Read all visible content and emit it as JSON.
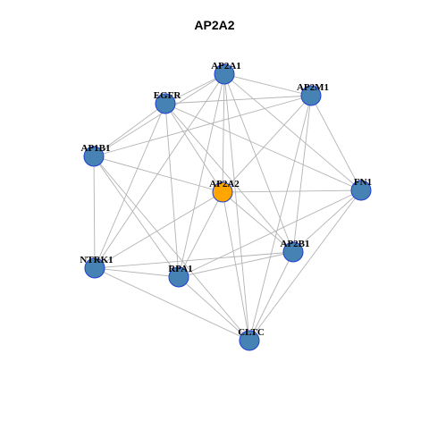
{
  "title": "AP2A2",
  "colors": {
    "node_default": "#4682b4",
    "node_center": "#ffa500",
    "node_border": "#1f3fd1",
    "edge": "#b3b3b3"
  },
  "nodes": [
    {
      "id": "AP2A1",
      "label": "AP2A1",
      "center": false
    },
    {
      "id": "AP2M1",
      "label": "AP2M1",
      "center": false
    },
    {
      "id": "EGFR",
      "label": "EGFR",
      "center": false
    },
    {
      "id": "AP1B1",
      "label": "AP1B1",
      "center": false
    },
    {
      "id": "AP2A2",
      "label": "AP2A2",
      "center": true
    },
    {
      "id": "FN1",
      "label": "FN1",
      "center": false
    },
    {
      "id": "AP2B1",
      "label": "AP2B1",
      "center": false
    },
    {
      "id": "NTRK1",
      "label": "NTRK1",
      "center": false
    },
    {
      "id": "RPA1",
      "label": "RPA1",
      "center": false
    },
    {
      "id": "CLTC",
      "label": "CLTC",
      "center": false
    }
  ],
  "edges": [
    [
      "AP2A1",
      "AP2M1"
    ],
    [
      "AP2A1",
      "EGFR"
    ],
    [
      "AP2A1",
      "AP1B1"
    ],
    [
      "AP2A1",
      "AP2A2"
    ],
    [
      "AP2A1",
      "FN1"
    ],
    [
      "AP2A1",
      "AP2B1"
    ],
    [
      "AP2A1",
      "NTRK1"
    ],
    [
      "AP2A1",
      "RPA1"
    ],
    [
      "AP2M1",
      "EGFR"
    ],
    [
      "AP2M1",
      "AP1B1"
    ],
    [
      "AP2M1",
      "AP2A2"
    ],
    [
      "AP2M1",
      "FN1"
    ],
    [
      "AP2M1",
      "AP2B1"
    ],
    [
      "AP2M1",
      "CLTC"
    ],
    [
      "EGFR",
      "AP1B1"
    ],
    [
      "EGFR",
      "AP2A2"
    ],
    [
      "EGFR",
      "AP2B1"
    ],
    [
      "EGFR",
      "NTRK1"
    ],
    [
      "EGFR",
      "RPA1"
    ],
    [
      "EGFR",
      "FN1"
    ],
    [
      "AP1B1",
      "AP2A2"
    ],
    [
      "AP1B1",
      "NTRK1"
    ],
    [
      "AP1B1",
      "RPA1"
    ],
    [
      "AP1B1",
      "CLTC"
    ],
    [
      "AP2A2",
      "FN1"
    ],
    [
      "AP2A2",
      "AP2B1"
    ],
    [
      "AP2A2",
      "NTRK1"
    ],
    [
      "AP2A2",
      "RPA1"
    ],
    [
      "AP2A2",
      "CLTC"
    ],
    [
      "FN1",
      "AP2B1"
    ],
    [
      "FN1",
      "RPA1"
    ],
    [
      "FN1",
      "CLTC"
    ],
    [
      "AP2B1",
      "NTRK1"
    ],
    [
      "AP2B1",
      "RPA1"
    ],
    [
      "AP2B1",
      "CLTC"
    ],
    [
      "NTRK1",
      "RPA1"
    ],
    [
      "NTRK1",
      "CLTC"
    ],
    [
      "RPA1",
      "CLTC"
    ],
    [
      "AP2A1",
      "CLTC"
    ]
  ]
}
